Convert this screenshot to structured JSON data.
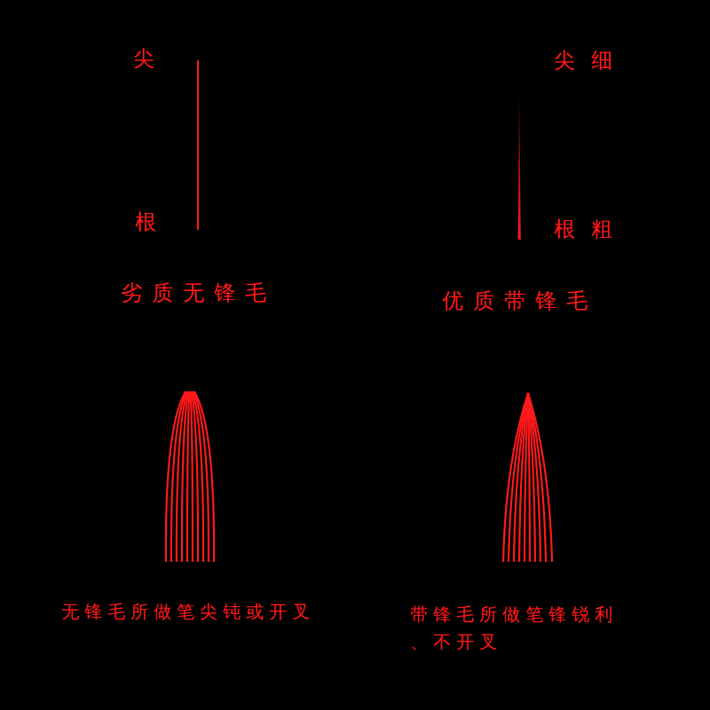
{
  "diagram": {
    "labels": [
      "尖",
      "根",
      "尖细",
      "根粗",
      "劣质无锋毛",
      "优质带锋毛",
      "无锋毛所做笔尖钝或开叉",
      "带锋毛所做笔锋锐利、不开叉"
    ]
  }
}
